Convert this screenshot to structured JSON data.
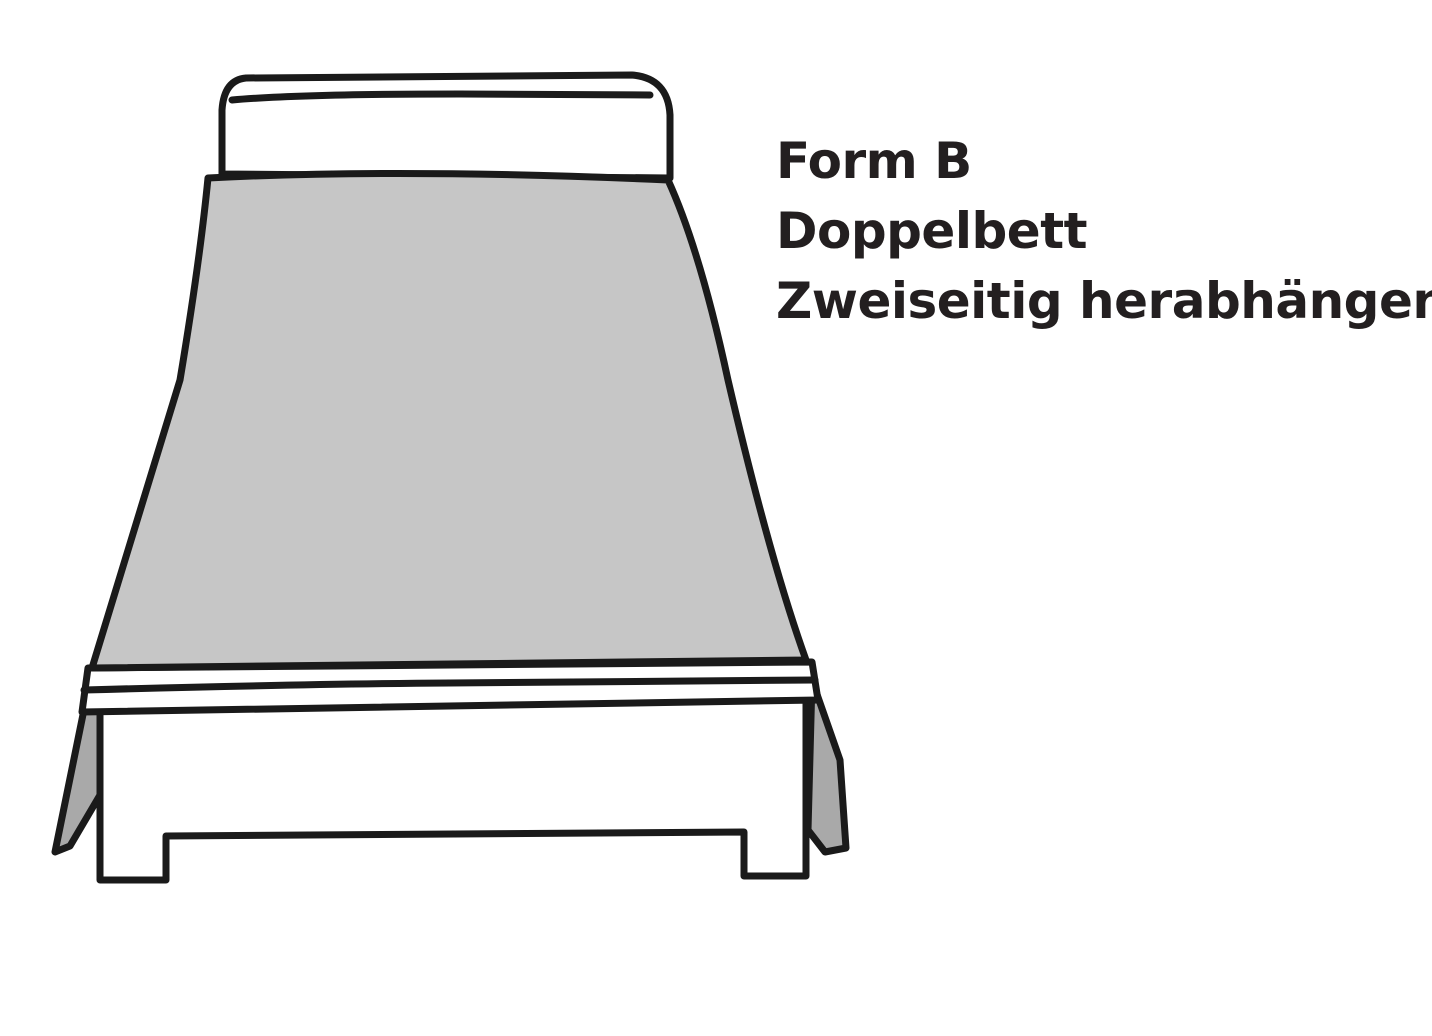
{
  "caption": {
    "line1": "Form B",
    "line2": "Doppelbett",
    "line3": "Zweiseitig herabhängend"
  },
  "colors": {
    "outline": "#1a1a1a",
    "cover": "#c6c6c6",
    "cover_side": "#a9a9a9",
    "background": "#ffffff"
  }
}
